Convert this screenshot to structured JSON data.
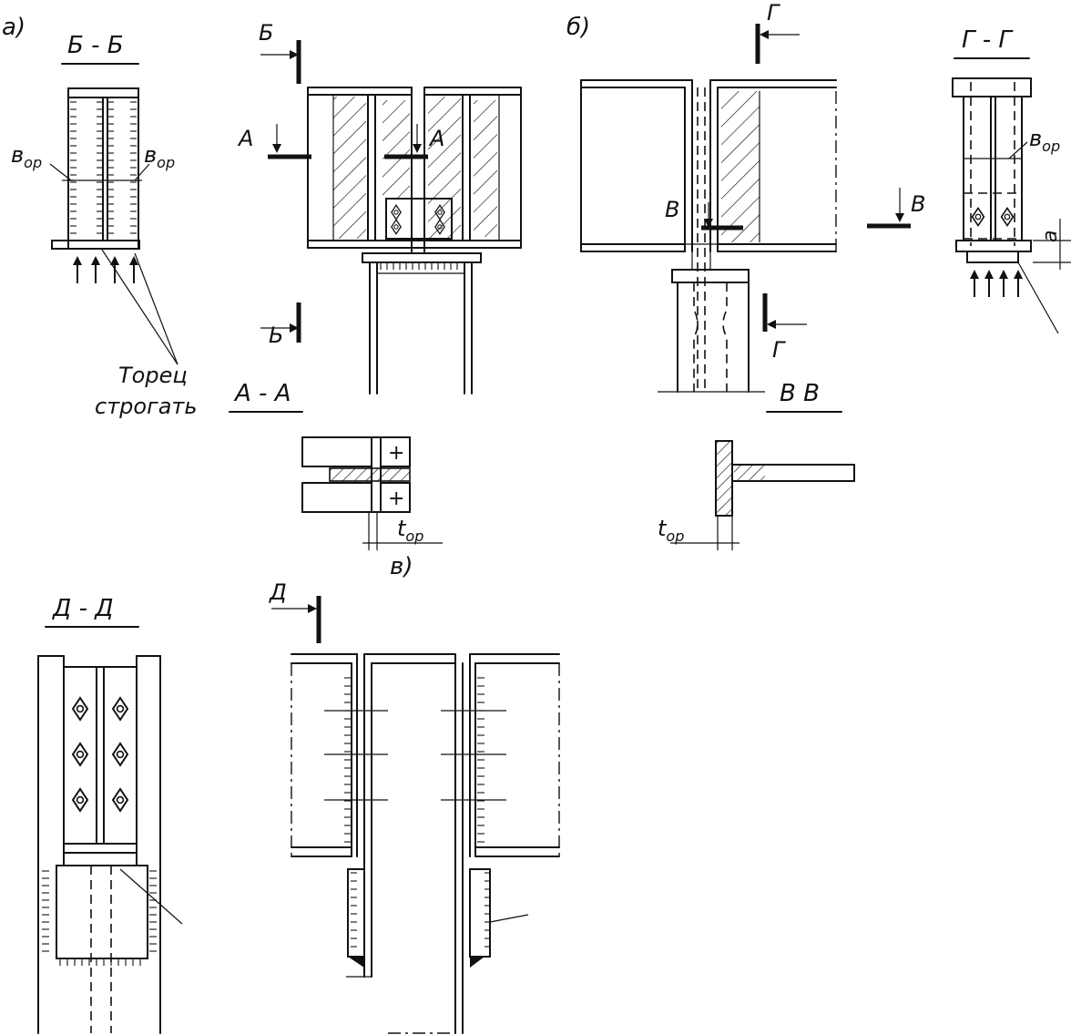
{
  "figure": {
    "panel_a": "а)",
    "panel_b": "б)",
    "panel_v": "в)",
    "section_BB": "Б - Б",
    "section_AA": "А - А",
    "section_VV": "В  В",
    "section_GG": "Г - Г",
    "section_DD": "Д - Д",
    "cut_B": "Б",
    "cut_b_lower": "Ь",
    "cut_A_left": "А",
    "cut_A_right": "А",
    "cut_G_top": "Г",
    "cut_G_bottom": "Г",
    "cut_V_left": "В",
    "cut_V_right": "В",
    "cut_D": "Д",
    "b_op": "в",
    "b_op_sub": "ор",
    "t_op": "t",
    "t_op_sub": "ор",
    "a_dim": "а",
    "note_line1": "Торец",
    "note_line2": "строгать"
  },
  "colors": {
    "ink": "#111111",
    "paper": "#ffffff"
  }
}
